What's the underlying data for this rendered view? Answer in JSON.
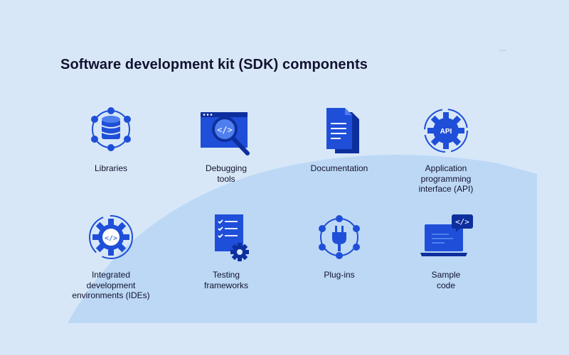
{
  "title": "Software development kit (SDK) components",
  "colors": {
    "primary": "#1f4fd8",
    "dark": "#0d2f9e",
    "light": "#4f7fee",
    "background": "#d7e7f8",
    "curve": "#bcd8f5"
  },
  "components": [
    {
      "label": "Libraries",
      "icon": "database-network-icon"
    },
    {
      "label": "Debugging\ntools",
      "icon": "code-magnifier-icon"
    },
    {
      "label": "Documentation",
      "icon": "documents-icon"
    },
    {
      "label": "Application\nprogramming\ninterface (API)",
      "icon": "api-gear-icon",
      "icon_text": "API"
    },
    {
      "label": "Integrated\ndevelopment\nenvironments (IDEs)",
      "icon": "code-gear-icon"
    },
    {
      "label": "Testing\nframeworks",
      "icon": "checklist-gear-icon"
    },
    {
      "label": "Plug-ins",
      "icon": "plug-icon"
    },
    {
      "label": "Sample\ncode",
      "icon": "laptop-code-icon"
    }
  ]
}
